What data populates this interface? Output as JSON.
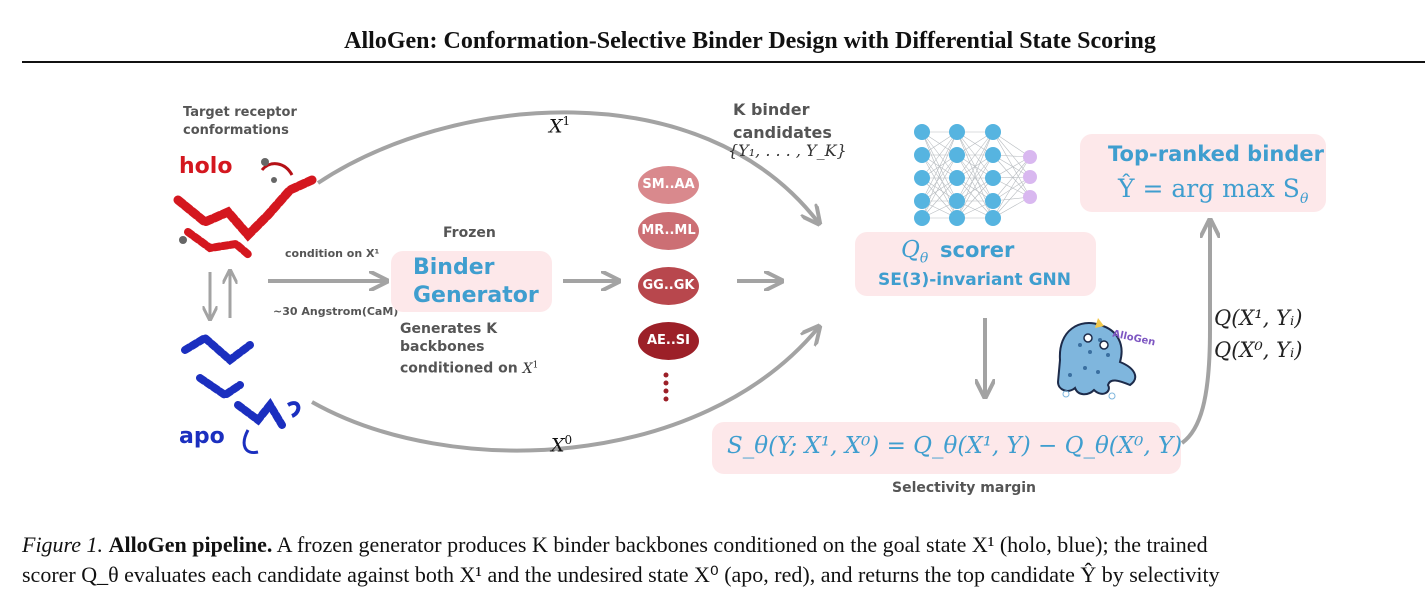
{
  "title": "AlloGen: Conformation-Selective Binder Design with Differential State Scoring",
  "left": {
    "target_label": "Target receptor conformations",
    "holo": "holo",
    "apo": "apo",
    "condition": "condition on X¹",
    "distance": "~30 Angstrom(CaM)"
  },
  "arrows": {
    "x1": "X",
    "x1_sup": "1",
    "x0": "X",
    "x0_sup": "0"
  },
  "generator": {
    "frozen": "Frozen",
    "line1": "Binder",
    "line2": "Generator",
    "desc1": "Generates K",
    "desc2": "backbones",
    "desc3": "conditioned on"
  },
  "candidates": {
    "header1": "K binder",
    "header2": "candidates",
    "set": "{Y₁, . . . , Y_K}",
    "items": [
      "SM..AA",
      "MR..ML",
      "GG..GK",
      "AE..SI"
    ],
    "colors": [
      "#d9898d",
      "#cc6f74",
      "#b8474d",
      "#9c2028"
    ]
  },
  "scorer": {
    "symbol": "Q",
    "sub": "θ",
    "label": "scorer",
    "sublabel": "SE(3)-invariant GNN"
  },
  "top": {
    "label": "Top-ranked binder",
    "formula": "Ŷ = arg max S"
  },
  "margin": {
    "formula": "S_θ(Y; X¹, X⁰) = Q_θ(X¹, Y) − Q_θ(X⁰, Y)",
    "label": "Selectivity margin"
  },
  "side_scores": {
    "line1": "Q(X¹, Yᵢ)",
    "line2": "Q(X⁰, Yᵢ)"
  },
  "logo": {
    "text": "AlloGen"
  },
  "caption": {
    "fig": "Figure 1.",
    "bold": "AlloGen pipeline.",
    "line1_rest": "A frozen generator produces K binder backbones conditioned on the goal state X¹ (holo, blue); the trained",
    "line2": "scorer Q_θ evaluates each candidate against both X¹ and the undesired state X⁰ (apo, red), and returns the top candidate Ŷ by selectivity"
  },
  "colors": {
    "accent_blue": "#3f9ecf",
    "pill_pink": "#fde8ea",
    "holo_red": "#d4171f",
    "apo_blue": "#1b2fbf",
    "arrow_gray": "#a3a3a3"
  }
}
